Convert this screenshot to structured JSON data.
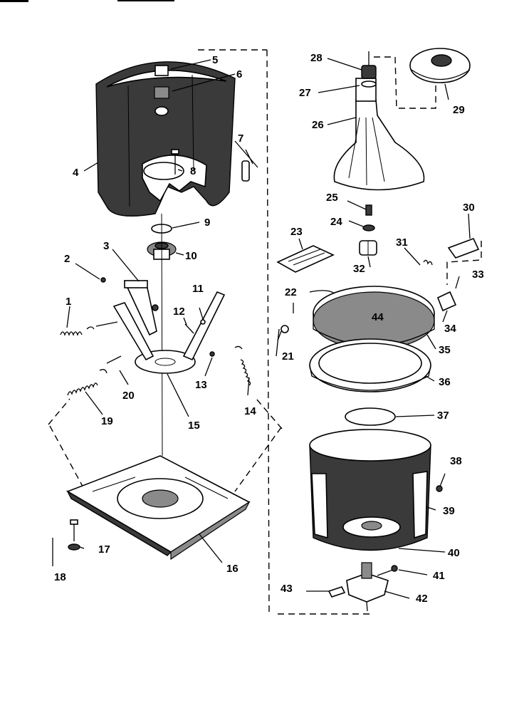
{
  "labels": {
    "l1": "1",
    "l2": "2",
    "l3": "3",
    "l4": "4",
    "l5": "5",
    "l6": "6",
    "l7": "7",
    "l8": "8",
    "l9": "9",
    "l10": "10",
    "l11": "11",
    "l12": "12",
    "l13": "13",
    "l14": "14",
    "l15": "15",
    "l16": "16",
    "l17": "17",
    "l18": "18",
    "l19": "19",
    "l20": "20",
    "l21": "21",
    "l22": "22",
    "l23": "23",
    "l24": "24",
    "l25": "25",
    "l26": "26",
    "l27": "27",
    "l28": "28",
    "l29": "29",
    "l30": "30",
    "l31": "31",
    "l32": "32",
    "l33": "33",
    "l34": "34",
    "l35": "35",
    "l36": "36",
    "l37": "37",
    "l38": "38",
    "l39": "39",
    "l40": "40",
    "l41": "41",
    "l42": "42",
    "l43": "43",
    "l44": "44"
  },
  "colors": {
    "ink": "#000000",
    "paper": "#ffffff",
    "shade": "#3a3a3a"
  }
}
